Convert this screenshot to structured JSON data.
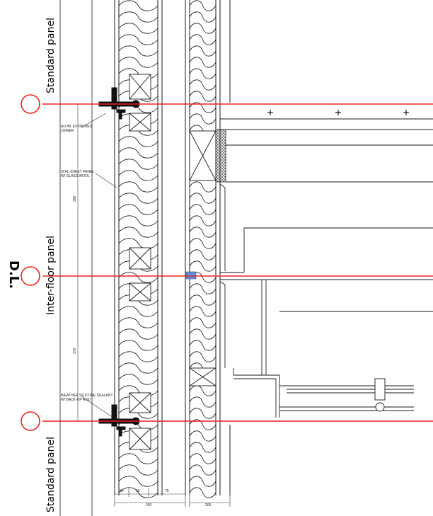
{
  "labels": {
    "standard_panel_top": "Standard panel",
    "inter_floor_panel": "Inter-floor panel",
    "standard_panel_bottom": "Standard panel",
    "datum_line": "D.L."
  },
  "notes": {
    "joiner_1": "ALUM. EXTRUDED",
    "joiner_2": "JOINER",
    "panel_1": "3t AL-SHEET PANEL",
    "panel_2": "W/ GLASS WOOL",
    "sealant_1": "WEATHER SILICONE SEALANT",
    "sealant_2": "W/ BACK-UP ROD"
  },
  "dimensions": {
    "bottom_30": "30",
    "bottom_50": "50",
    "bottom_75": "75",
    "bottom_total": "250",
    "bottom_right": "200",
    "vertical_upper": "280",
    "vertical_lower": "370"
  },
  "colors": {
    "datum_red": "#e8231f",
    "line": "#1a1a1a",
    "highlight_blue": "#5b8fd6"
  }
}
